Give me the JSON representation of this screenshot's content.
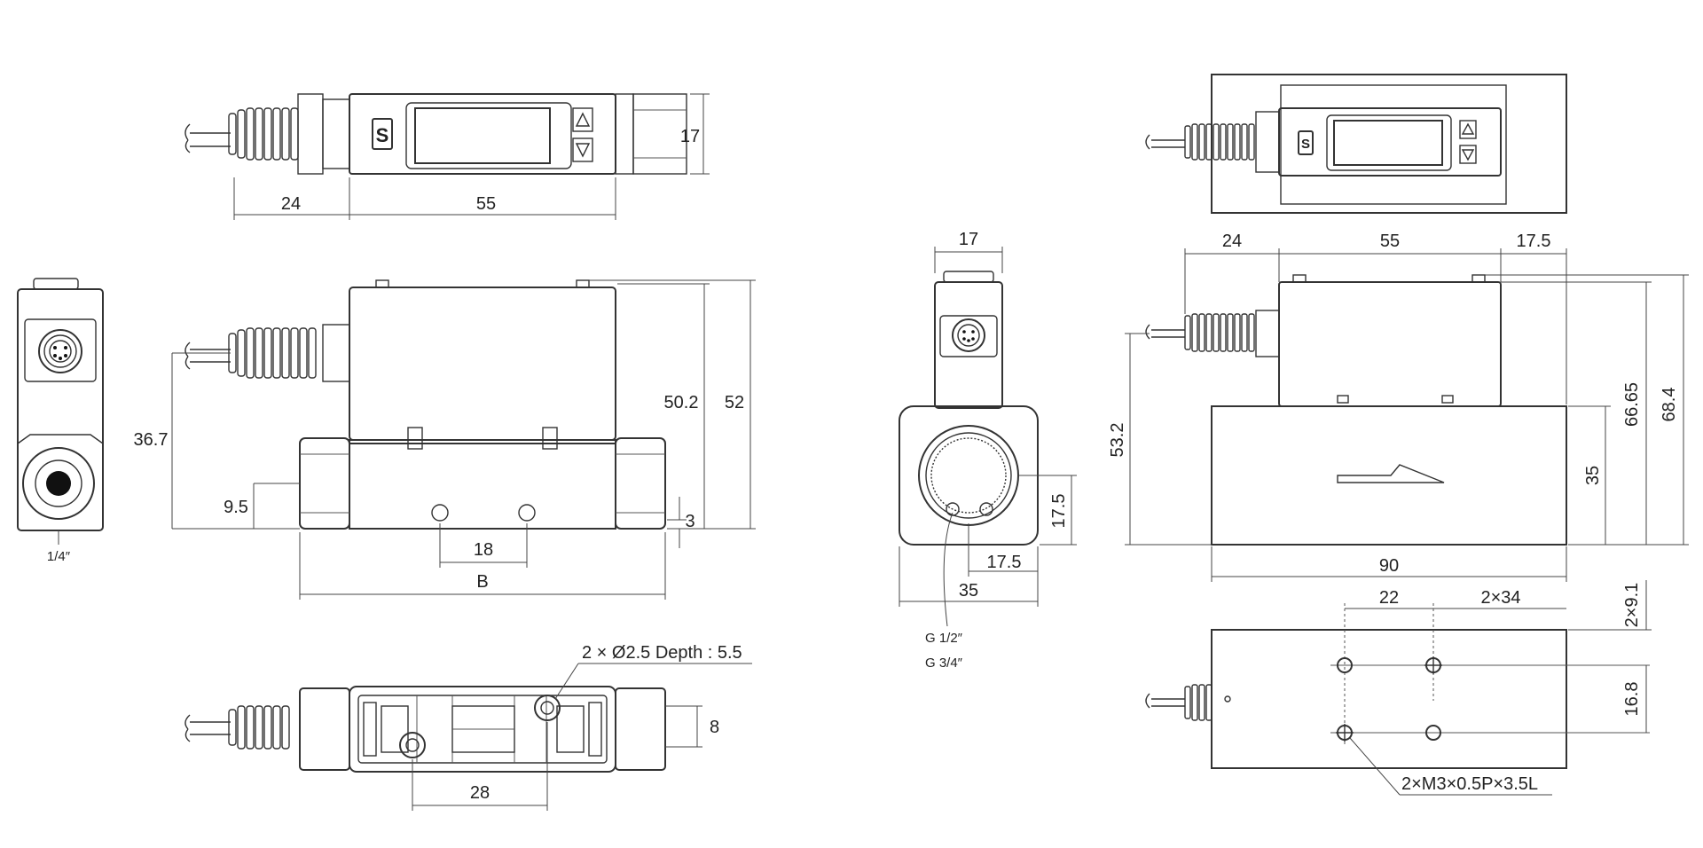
{
  "labels": {
    "d24_top": "24",
    "d55_top": "55",
    "d17_top": "17",
    "d36_7": "36.7",
    "d9_5": "9.5",
    "d18": "18",
    "dB": "B",
    "d50_2": "50.2",
    "d52": "52",
    "d3": "3",
    "d1_4": "1/4″",
    "d17_mid": "17",
    "d17_5_v": "17.5",
    "d17_5_h": "17.5",
    "d35_h": "35",
    "g12": "G 1/2″",
    "g34": "G 3/4″",
    "hole_note": "2 × Ø2.5 Depth : 5.5",
    "d8": "8",
    "d28": "28",
    "d24_r": "24",
    "d55_r": "55",
    "d17_5_r": "17.5",
    "d53_2": "53.2",
    "d35_r": "35",
    "d66_65": "66.65",
    "d68_4": "68.4",
    "d90": "90",
    "d22": "22",
    "d2x34": "2×34",
    "d2x9_1": "2×9.1",
    "d16_8": "16.8",
    "thread_note": "2×M3×0.5P×3.5L",
    "logo_s": "S"
  },
  "colors": {
    "line": "#333333",
    "background": "#ffffff"
  }
}
